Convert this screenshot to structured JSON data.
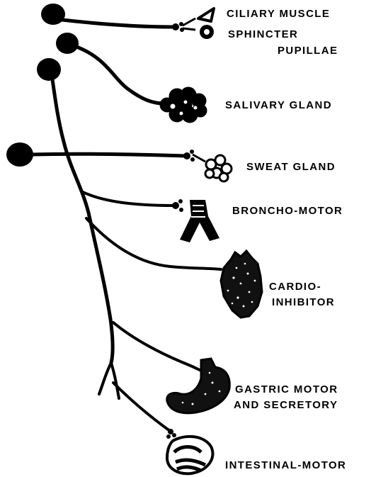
{
  "colors": {
    "ink": "#000000",
    "paper": "#ffffff"
  },
  "labels": {
    "ciliary_muscle": "Ciliary Muscle",
    "sphincter": "Sphincter",
    "pupillae": "Pupillae",
    "salivary_gland": "Salivary Gland",
    "sweat_gland": "Sweat Gland",
    "broncho_motor": "Broncho-motor",
    "cardio": "Cardio-",
    "inhibitor": "inhibitor",
    "gastric_motor": "Gastric Motor",
    "and_secretory": "and Secretory",
    "intestinal_motor": "Intestinal-motor"
  }
}
